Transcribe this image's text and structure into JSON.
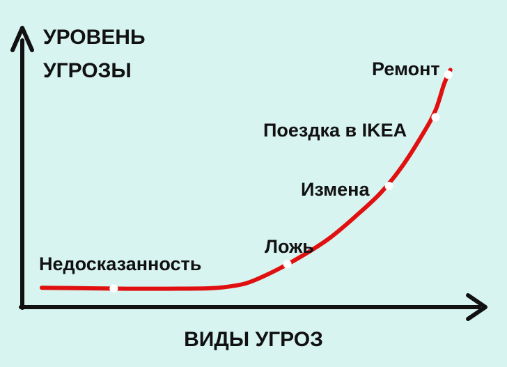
{
  "colors": {
    "background": "#d8f4f0",
    "axis": "#111111",
    "curve": "#e01010",
    "marker": "#ffffff",
    "text": "#111111"
  },
  "chart_data": {
    "type": "line",
    "title": "",
    "ylabel_lines": [
      "УРОВЕНЬ",
      "УГРОЗЫ"
    ],
    "xlabel": "ВИДЫ УГРОЗ",
    "grid": false,
    "legend": "none",
    "x_ticks": false,
    "y_ticks": false,
    "xlim": [
      0,
      100
    ],
    "ylim": [
      0,
      100
    ],
    "series": [
      {
        "curve": [
          [
            0,
            2
          ],
          [
            10,
            1.8
          ],
          [
            20,
            1.6
          ],
          [
            30,
            1.6
          ],
          [
            40,
            1.8
          ],
          [
            46,
            3
          ],
          [
            50,
            5
          ],
          [
            56,
            10
          ],
          [
            62,
            16
          ],
          [
            68,
            23
          ],
          [
            74,
            32
          ],
          [
            80,
            42
          ],
          [
            85,
            53
          ],
          [
            90,
            67
          ],
          [
            93,
            77
          ],
          [
            95,
            88
          ],
          [
            96.5,
            94
          ]
        ],
        "points": [
          {
            "label": "Недосказанность",
            "x": 17,
            "y": 1.7
          },
          {
            "label": "Ложь",
            "x": 58,
            "y": 12
          },
          {
            "label": "Измена",
            "x": 82,
            "y": 45
          },
          {
            "label": "Поездка в IKEA",
            "x": 93,
            "y": 74
          },
          {
            "label": "Ремонт",
            "x": 96,
            "y": 92
          }
        ]
      }
    ]
  }
}
